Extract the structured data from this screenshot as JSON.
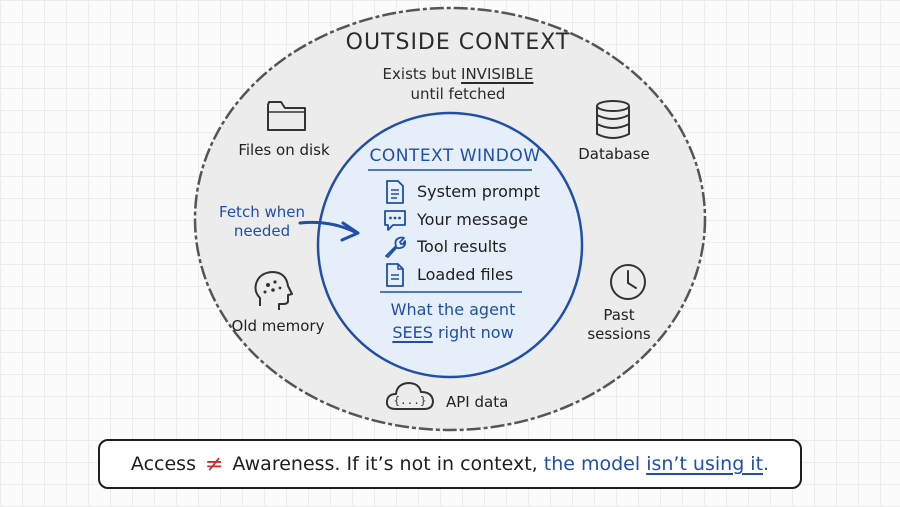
{
  "outer": {
    "title": "OUTSIDE CONTEXT",
    "subtitle_prefix": "Exists but ",
    "subtitle_emph": "INVISIBLE",
    "subtitle_line2": "until fetched"
  },
  "sources": {
    "files": "Files on disk",
    "database": "Database",
    "memory": "Old memory",
    "past_line1": "Past",
    "past_line2": "sessions",
    "api": "API data"
  },
  "fetch": {
    "line1": "Fetch when",
    "line2": "needed"
  },
  "inner": {
    "title": "CONTEXT WINDOW",
    "items": [
      "System prompt",
      "Your message",
      "Tool results",
      "Loaded files"
    ],
    "sees_line1": "What the agent",
    "sees_emph": "SEES",
    "sees_rest": " right now"
  },
  "banner": {
    "part1": "Access",
    "neq": "≠",
    "part2": "Awareness. If it’s not in context, ",
    "blue_part": "the model ",
    "blue_underlined": "isn’t using it",
    "end": "."
  },
  "colors": {
    "accent_blue": "#1f4fa8",
    "neq_red": "#d12a2a",
    "inner_fill": "#e6eef9",
    "outer_fill": "#ececec"
  }
}
